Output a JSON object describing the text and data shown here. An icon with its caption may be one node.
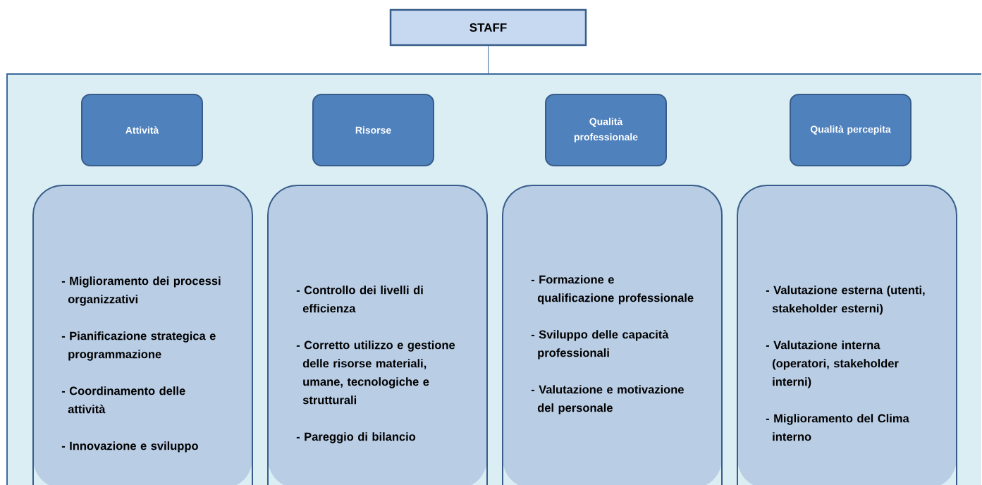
{
  "diagram": {
    "nodes": [
      {
        "text": [
          "STAFF"
        ]
      },
      {
        "text": [],
        "shape": "box"
      },
      {
        "text": [
          "Attività"
        ],
        "in": 1
      },
      {
        "text": [
          "Risorse"
        ],
        "in": 1
      },
      {
        "text": [
          "Qualità professionale"
        ],
        "in": 1
      },
      {
        "text": [
          "Qualità percepita"
        ],
        "in": 1
      },
      {
        "text": [
          "- Miglioramento dei processi organizzativi",
          "- Pianificazione strategica e programmazione",
          "- Coordinamento delle attività",
          "- Innovazione e sviluppo"
        ],
        "in": 1
      },
      {
        "text": [
          "- Controllo dei livelli di efficienza",
          "- Corretto utilizzo e gestione delle risorse materiali, umane, tecnologiche e strutturali",
          "- Pareggio di bilancio"
        ],
        "in": 1
      },
      {
        "text": [
          "- Formazione e qualificazione professionale",
          "- Sviluppo delle capacità professionali",
          "- Valutazione e motivazione del personale"
        ],
        "in": 1
      },
      {
        "text": [
          "- Valutazione esterna (utenti, stakeholder esterni)",
          "- Valutazione interna (operatori, stakeholder interni)",
          "- Miglioramento del Clima interno"
        ],
        "in": 1
      }
    ],
    "edges": [
      {
        "from": 0,
        "to": 1,
        "arrow": "none"
      }
    ]
  }
}
